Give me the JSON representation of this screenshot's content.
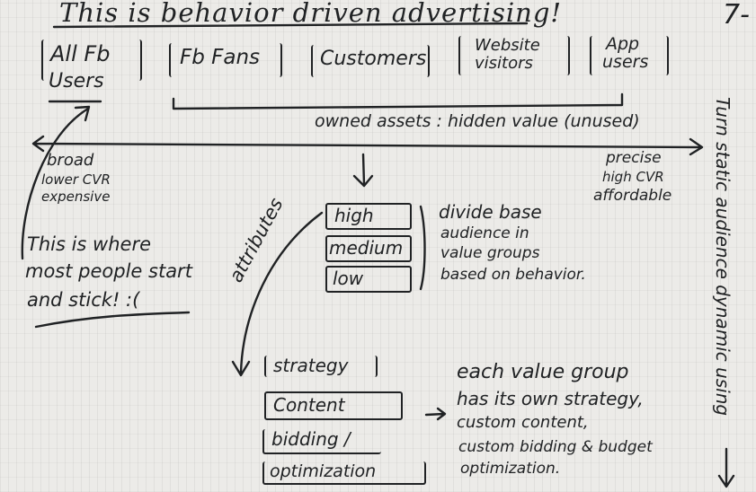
{
  "title": "This is behavior driven advertising!",
  "page_mark": "7-",
  "audiences": [
    {
      "line1": "All Fb",
      "line2": "Users"
    },
    {
      "line1": "Fb Fans",
      "line2": ""
    },
    {
      "line1": "Customers",
      "line2": ""
    },
    {
      "line1": "Website",
      "line2": "visitors"
    },
    {
      "line1": "App",
      "line2": "users"
    }
  ],
  "owned_assets": "owned assets : hidden value (unused)",
  "broad": [
    "broad",
    "lower CVR",
    "expensive"
  ],
  "precise": [
    "precise",
    "high CVR",
    "affordable"
  ],
  "start_note": [
    "This is where",
    "most people start",
    "and stick! :("
  ],
  "attributes_label": "attributes",
  "value_groups": [
    "high",
    "medium",
    "low"
  ],
  "divide_note": [
    "divide base",
    "audience in",
    "value groups",
    "based on behavior."
  ],
  "strategy_items": [
    "strategy",
    "Content",
    "bidding /",
    "optimization"
  ],
  "each_group_note": [
    "each value group",
    "has its own strategy,",
    "custom content,",
    "custom bidding & budget",
    "optimization."
  ],
  "side_note": "Turn static audience dynamic using"
}
